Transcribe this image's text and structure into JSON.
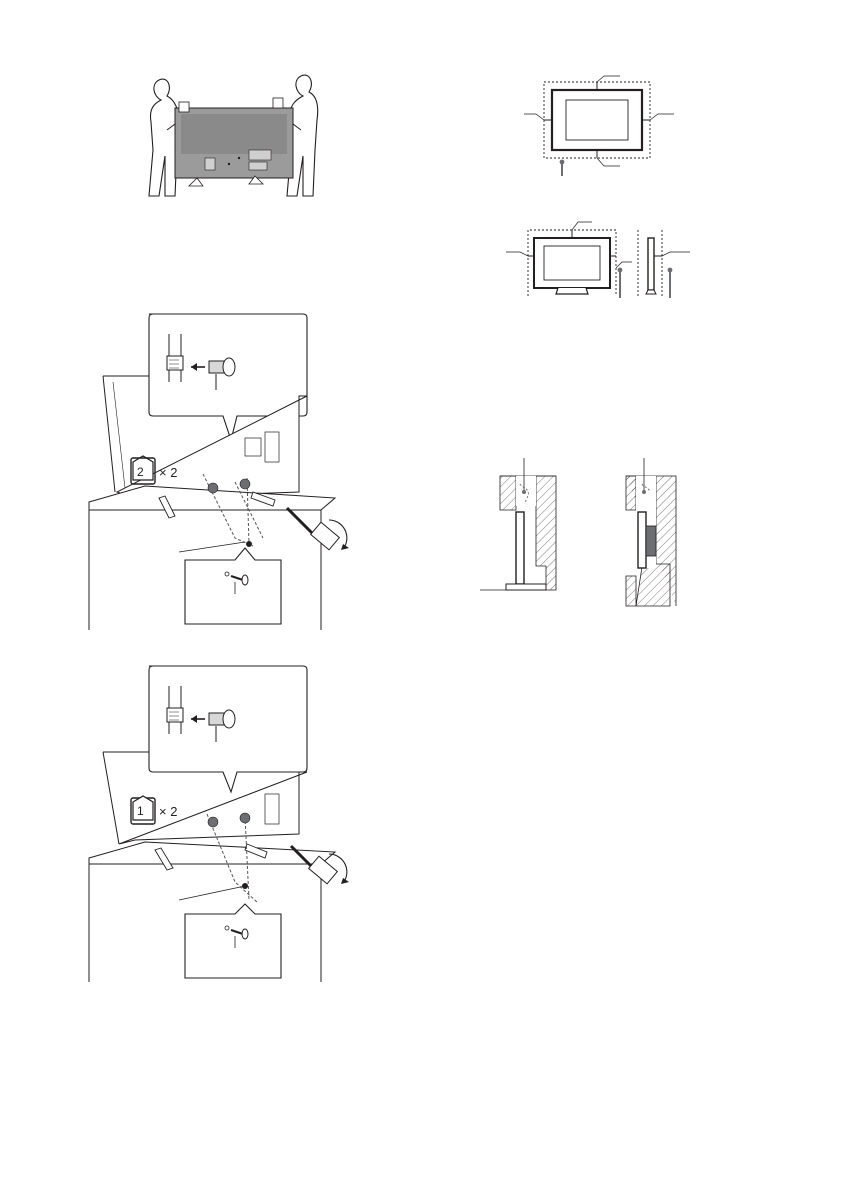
{
  "figures": {
    "carry": {
      "icon": "two-people-carrying-tv"
    },
    "step2": {
      "step_number": "2",
      "multiplier": "× 2",
      "icon": "attach-stand-rear-screws"
    },
    "step1": {
      "step_number": "1",
      "multiplier": "× 2",
      "icon": "attach-stand-front-screws"
    },
    "clearance_wall": {
      "icon": "wall-mount-clearance-diagram"
    },
    "clearance_stand": {
      "icon": "stand-clearance-diagram"
    },
    "wall_install": {
      "icon": "wall-cavity-installation-diagram"
    }
  },
  "colors": {
    "line": "#231f20",
    "shade": "#bcbcbc",
    "dark": "#6d6e71",
    "dash": "#555555"
  }
}
